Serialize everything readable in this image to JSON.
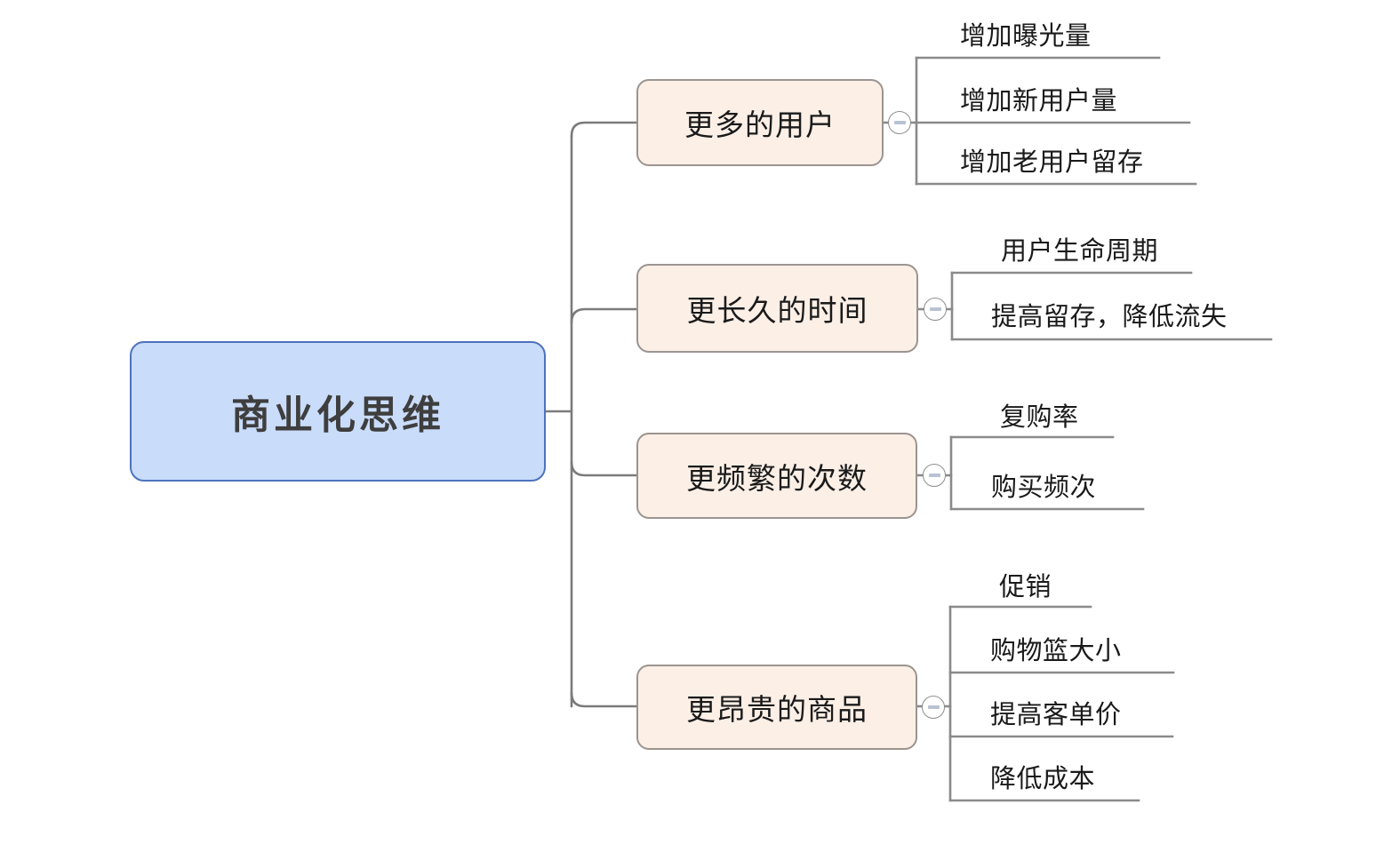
{
  "diagram": {
    "type": "mind-map",
    "title": "商业化思维",
    "colors": {
      "root_fill": "#c9dcfa",
      "root_border": "#4f72bd",
      "branch_fill": "#fbefe6",
      "branch_border": "#9b9490",
      "connector": "#7b7b7b",
      "leaf_line": "#8a8a8a",
      "text": "#1a1a1a",
      "collapse_bar": "#b9c2d2",
      "background": "#ffffff"
    },
    "root": {
      "label": "商业化思维"
    },
    "branches": [
      {
        "label": "更多的用户",
        "collapse_icon": "minus-circle-icon",
        "leaves": [
          {
            "label": "增加曝光量"
          },
          {
            "label": "增加新用户量"
          },
          {
            "label": "增加老用户留存"
          }
        ]
      },
      {
        "label": "更长久的时间",
        "collapse_icon": "minus-circle-icon",
        "leaves": [
          {
            "label": "用户生命周期"
          },
          {
            "label": "提高留存，降低流失"
          }
        ]
      },
      {
        "label": "更频繁的次数",
        "collapse_icon": "minus-circle-icon",
        "leaves": [
          {
            "label": "复购率"
          },
          {
            "label": "购买频次"
          }
        ]
      },
      {
        "label": "更昂贵的商品",
        "collapse_icon": "minus-circle-icon",
        "leaves": [
          {
            "label": "促销"
          },
          {
            "label": "购物篮大小"
          },
          {
            "label": "提高客单价"
          },
          {
            "label": "降低成本"
          }
        ]
      }
    ]
  }
}
